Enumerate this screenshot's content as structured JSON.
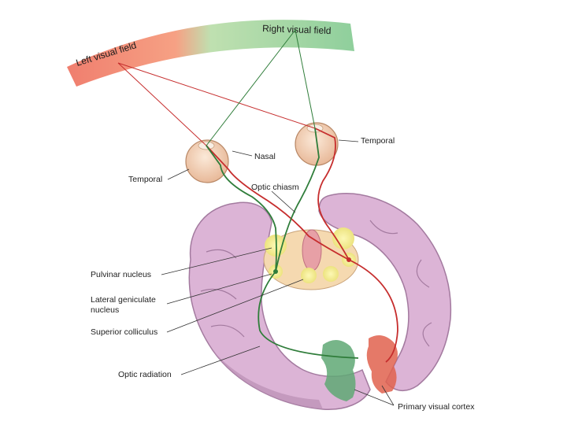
{
  "visual_field": {
    "left_label": "Left visual field",
    "right_label": "Right visual field",
    "left_color": "#f07e6e",
    "right_color": "#8fcf9c"
  },
  "labels": {
    "temporal_right": "Temporal",
    "nasal": "Nasal",
    "temporal_left": "Temporal",
    "optic_chiasm": "Optic chiasm",
    "pulvinar_nucleus": "Pulvinar nucleus",
    "lgn_line1": "Lateral geniculate",
    "lgn_line2": "nucleus",
    "superior_colliculus": "Superior colliculus",
    "optic_radiation": "Optic radiation",
    "primary_visual_cortex": "Primary visual cortex"
  },
  "colors": {
    "pathway_left_field": "#c62d2d",
    "pathway_right_field": "#2f7d3a",
    "brain_tissue": "#dcb4d6",
    "brain_outline": "#a37a9f",
    "nucleus_highlight": "#f3ef8a",
    "cortex_green": "#5fa874",
    "cortex_red": "#e0624e"
  }
}
